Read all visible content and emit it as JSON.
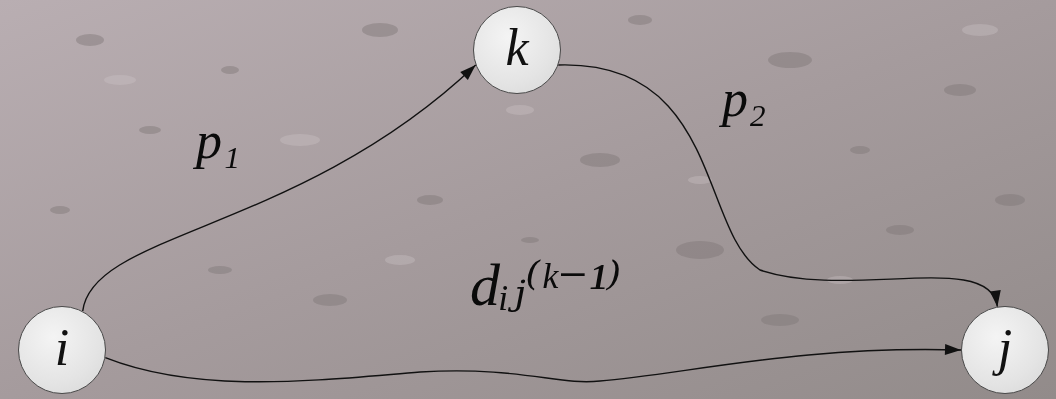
{
  "diagram": {
    "nodes": [
      {
        "text": [
          "i"
        ]
      },
      {
        "text": [
          "k"
        ]
      },
      {
        "text": [
          "j"
        ]
      }
    ],
    "edges": [
      {
        "from": 0,
        "to": 1,
        "arrow": "to",
        "label": "p₁"
      },
      {
        "from": 1,
        "to": 2,
        "arrow": "to",
        "label": "p₂"
      },
      {
        "from": 0,
        "to": 2,
        "arrow": "to",
        "label": "dᵢⱼ⁽ᵏ⁻¹⁾"
      }
    ]
  }
}
